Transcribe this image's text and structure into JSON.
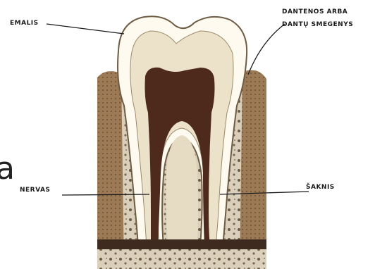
{
  "labels": {
    "enamel": "EMALIS",
    "gum_line1": "DANTENOS ARBA",
    "gum_line2": "DANTŲ SMEGENYS",
    "nerve": "NERVAS",
    "root": "ŠAKNIS"
  },
  "stray_glyph": "a",
  "colors": {
    "bone": "#a99f86",
    "bone_light": "#e8e0cf",
    "gum": "#8a6a46",
    "enamel": "#fffaf0",
    "dentin": "#e9dfc7",
    "pulp": "#4e2a1c",
    "line": "#1a1a1a"
  }
}
